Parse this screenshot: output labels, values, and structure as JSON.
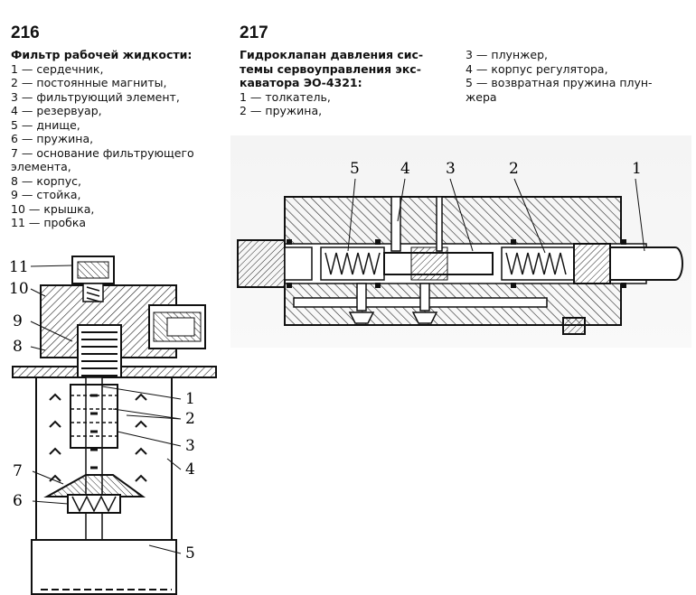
{
  "fig216": {
    "number": "216",
    "title": "Фильтр рабочей жидкости:",
    "items": [
      "1 — сердечник,",
      "2 — постоянные магниты,",
      "3 — фильтрующий элемент,",
      "4 — резервуар,",
      "5 — днище,",
      "6 — пружина,",
      "7 — основание фильтрующего",
      "элемента,",
      "8 — корпус,",
      "9 — стойка,",
      "10 — крышка,",
      "11 — пробка"
    ],
    "labels": [
      "11",
      "10",
      "9",
      "8",
      "1",
      "2",
      "3",
      "4",
      "7",
      "6",
      "5"
    ]
  },
  "fig217": {
    "number": "217",
    "title_lines": [
      "Гидроклапан давления сис-",
      "темы сервоуправления экс-",
      "каватора ЭО-4321:"
    ],
    "items_left": [
      "1 — толкатель,",
      "2 — пружина,"
    ],
    "items_right": [
      "3 — плунжер,",
      "4 — корпус регулятора,",
      "5 — возвратная пружина плун-",
      "жера"
    ],
    "labels": [
      "5",
      "4",
      "3",
      "2",
      "1"
    ]
  }
}
